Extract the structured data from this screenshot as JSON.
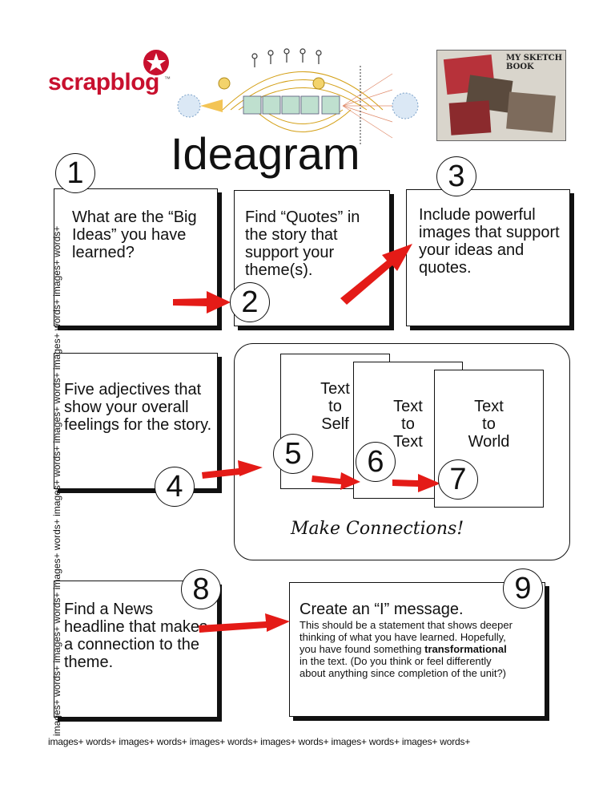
{
  "logo": {
    "text": "scrapblog",
    "tm": "™"
  },
  "title": "Ideagram",
  "sketchbook": {
    "label": "MY SKETCH BOOK"
  },
  "steps": [
    {
      "num": "1",
      "text": "What are the “Big Ideas” you have learned?"
    },
    {
      "num": "2",
      "text": "Find “Quotes” in the story that support your theme(s)."
    },
    {
      "num": "3",
      "text": "Include powerful images that support your ideas and quotes."
    },
    {
      "num": "4",
      "text": "Five adjectives that show your overall feelings for the story."
    },
    {
      "num": "5"
    },
    {
      "num": "6"
    },
    {
      "num": "7"
    },
    {
      "num": "8",
      "text": "Find a News headline that makes a connection to the theme."
    },
    {
      "num": "9"
    }
  ],
  "connections": {
    "cards": [
      "Text\nto\nSelf",
      "Text\nto\nText",
      "Text\nto\nWorld"
    ],
    "caption": "Make Connections!"
  },
  "message": {
    "heading": "Create an “I” message.",
    "body_part1": "This should be a statement that shows deeper thinking of what you have learned. Hopefully, you have found something ",
    "body_bold": "transformational",
    "body_part2": " in the text. (Do you think or feel differently about anything since completion of the unit?)"
  },
  "strips": {
    "bottom": "images+ words+ images+ words+ images+ words+ images+ words+ images+ words+ images+ words+",
    "side": "images+ words+ images+ words+ images+ words+ images+ words+ images+ words+ images+ words+ images+ words+"
  },
  "colors": {
    "arrow": "#e41b17",
    "logo_text": "#c8102e",
    "ink": "#111111"
  }
}
